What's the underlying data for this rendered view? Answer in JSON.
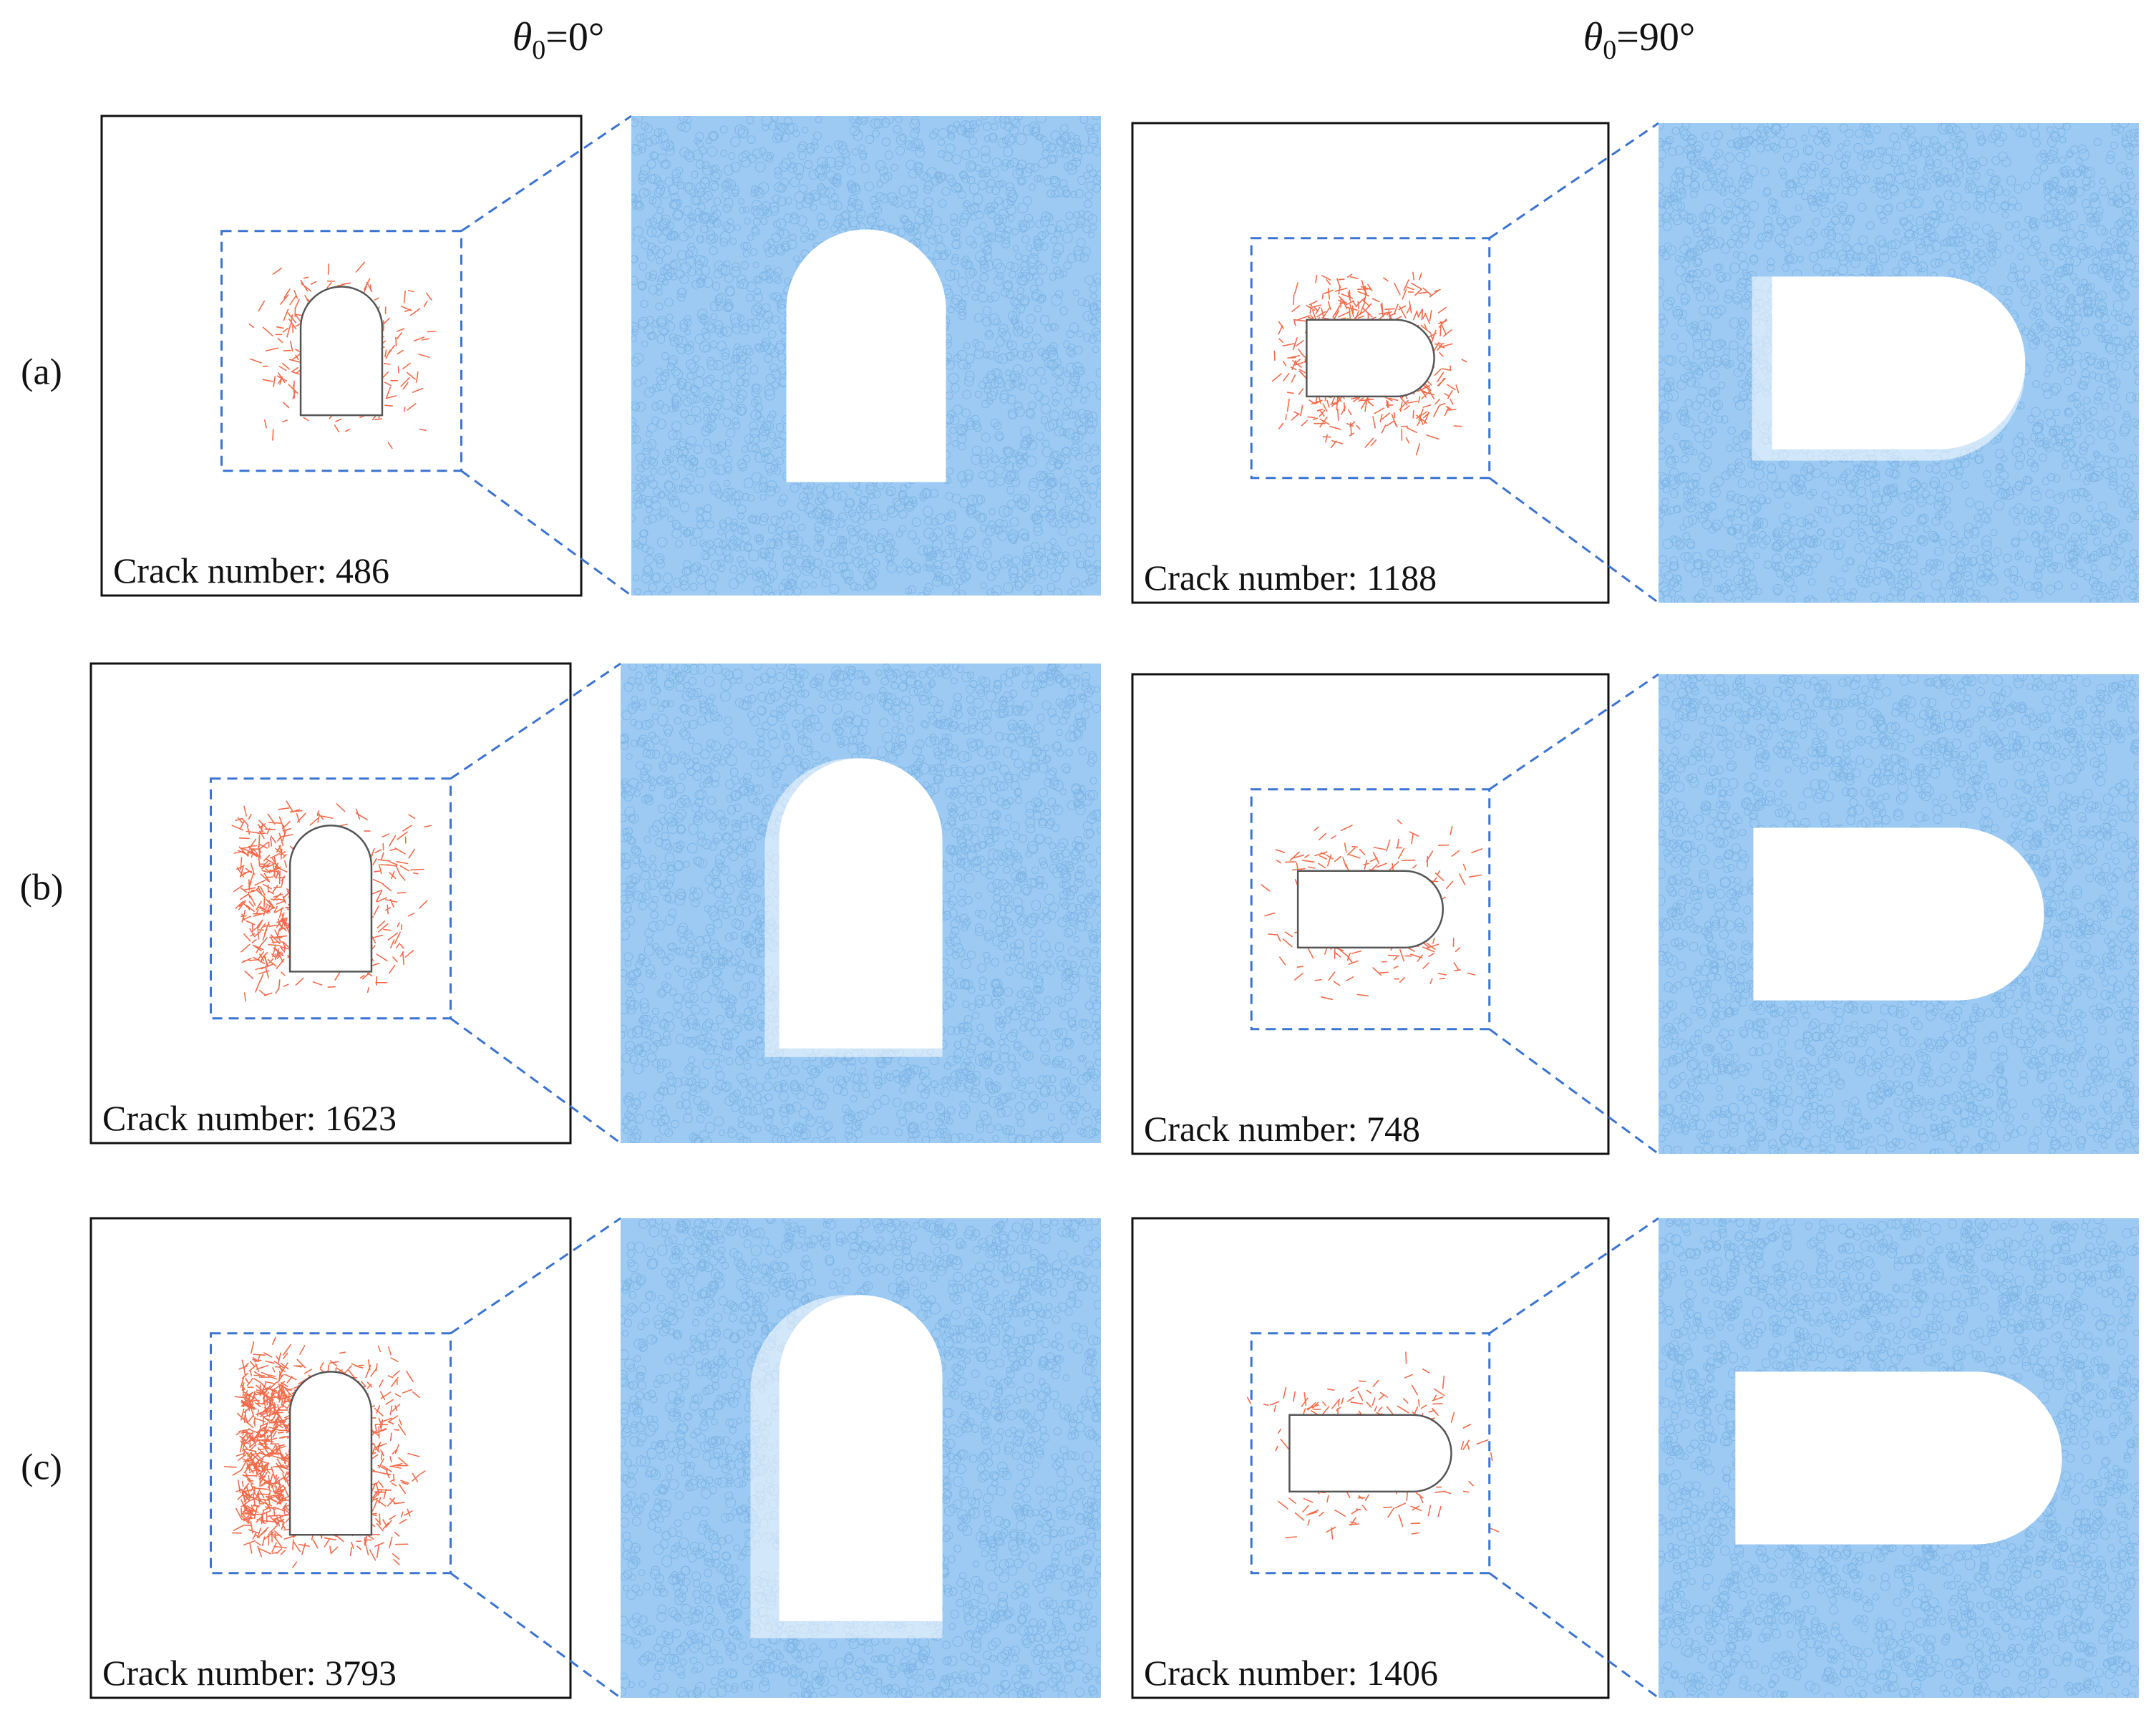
{
  "columns": [
    {
      "symbol": "θ",
      "subscript": "0",
      "value": "=0°"
    },
    {
      "symbol": "θ",
      "subscript": "0",
      "value": "=90°"
    }
  ],
  "rows": [
    {
      "label": "(a)",
      "panels": [
        {
          "crack_label": "Crack number: 486",
          "orientation": "vertical",
          "damage": "low"
        },
        {
          "crack_label": "Crack number: 1188",
          "orientation": "horizontal",
          "damage": "medium"
        }
      ]
    },
    {
      "label": "(b)",
      "panels": [
        {
          "crack_label": "Crack number: 1623",
          "orientation": "vertical",
          "damage": "medium"
        },
        {
          "crack_label": "Crack number: 748",
          "orientation": "horizontal",
          "damage": "low"
        }
      ]
    },
    {
      "label": "(c)",
      "panels": [
        {
          "crack_label": "Crack number: 3793",
          "orientation": "vertical",
          "damage": "high"
        },
        {
          "crack_label": "Crack number: 1406",
          "orientation": "horizontal",
          "damage": "low"
        }
      ]
    }
  ],
  "colors": {
    "particle": "#9ccaf2",
    "particle_edge": "#7fb5e6",
    "crack": "#f26b4a",
    "dashed_line": "#3b73d1",
    "frame": "#111111",
    "tunnel_outline": "#555555"
  }
}
